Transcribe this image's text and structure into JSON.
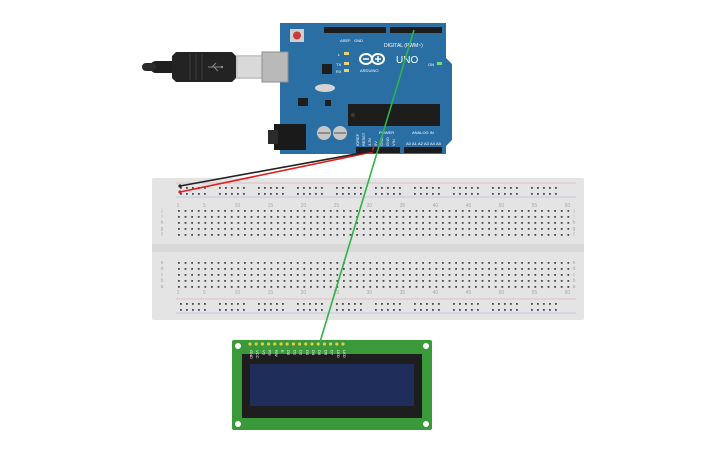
{
  "arduino": {
    "model": "UNO",
    "brand": "ARDUINO",
    "board_color": "#2a6fa4",
    "header_labels": {
      "aref": "AREF",
      "gnd": "GND",
      "digital": "DIGITAL (PWM~)",
      "power": "POWER",
      "analog": "ANALOG IN",
      "tx": "TX",
      "rx": "RX",
      "l": "L",
      "on": "ON"
    },
    "power_pins": [
      "IOREF",
      "RESET",
      "3.3V",
      "5V",
      "GND",
      "GND",
      "VIN"
    ],
    "analog_pins": [
      "A0",
      "A1",
      "A2",
      "A3",
      "A4",
      "A5"
    ]
  },
  "breadboard": {
    "column_numbers": [
      "1",
      "5",
      "10",
      "15",
      "20",
      "25",
      "30",
      "35",
      "40",
      "45",
      "50",
      "55",
      "60"
    ],
    "row_letters_top": [
      "j",
      "i",
      "h",
      "g",
      "f"
    ],
    "row_letters_bottom": [
      "e",
      "d",
      "c",
      "b",
      "a"
    ]
  },
  "lcd": {
    "pcb_color": "#3a9a3a",
    "screen_color": "#1f2d5a",
    "pins": [
      "GND",
      "VCC",
      "V0",
      "RS",
      "RW",
      "E",
      "D0",
      "D1",
      "D2",
      "D3",
      "D4",
      "D5",
      "D6",
      "D7",
      "LED",
      "LED"
    ]
  },
  "wires": [
    {
      "from": "arduino-5V",
      "to": "breadboard-power-rail",
      "color": "#e02020"
    },
    {
      "from": "arduino-GND",
      "to": "breadboard-ground-rail",
      "color": "#202020"
    },
    {
      "from": "arduino-digital-pin",
      "to": "lcd-pin",
      "color": "#2fb24a"
    }
  ]
}
